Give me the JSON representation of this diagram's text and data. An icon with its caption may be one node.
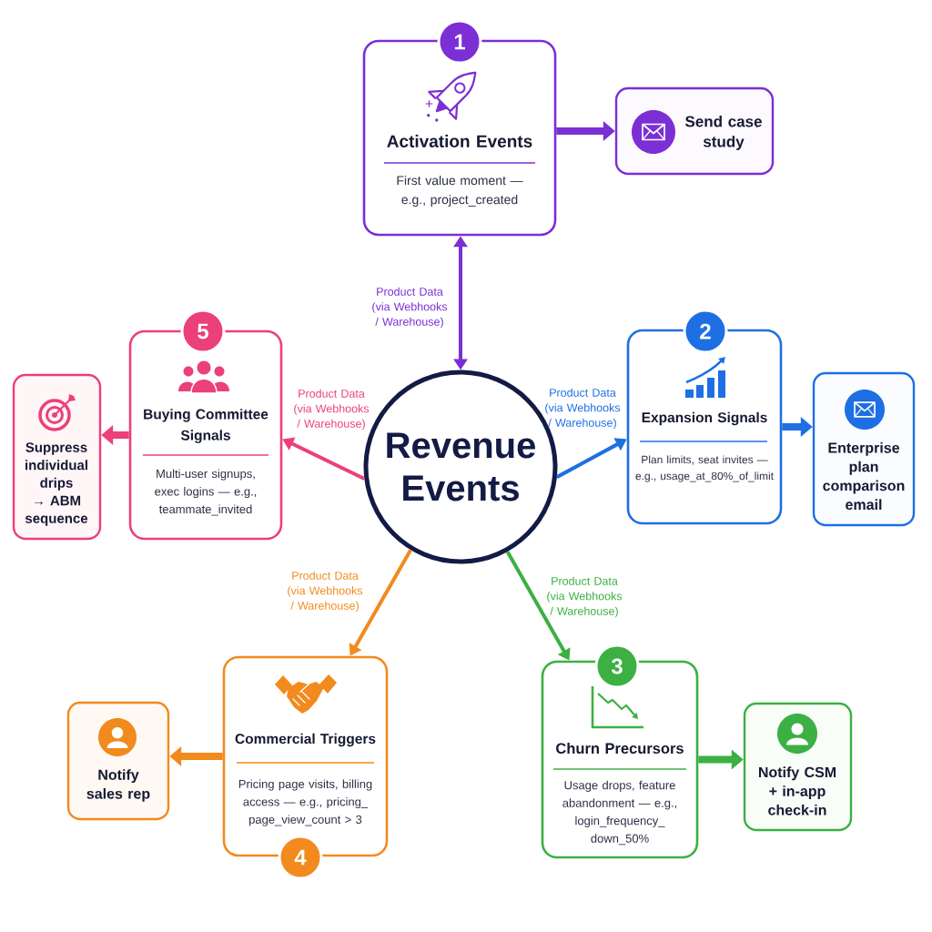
{
  "diagram": {
    "nodes": [
      {
        "text": [
          "Revenue Events"
        ]
      },
      {
        "text": [
          "1"
        ]
      },
      {
        "text": [
          "Activation Events",
          "First value moment — e.g., project_created"
        ]
      },
      {
        "text": [
          "Send case study"
        ]
      },
      {
        "text": [
          "2"
        ]
      },
      {
        "text": [
          "Expansion Signals",
          "Plan limits, seat invites — e.g., usage_at_80%_of_limit"
        ]
      },
      {
        "text": [
          "Enterprise plan comparison email"
        ]
      },
      {
        "text": [
          "3"
        ]
      },
      {
        "text": [
          "Churn Precursors",
          "Usage drops, feature abandonment — e.g., login_frequency_ down_50%"
        ]
      },
      {
        "text": [
          "Notify CSM + in-app check-in"
        ]
      },
      {
        "text": [
          "4"
        ]
      },
      {
        "text": [
          "Commercial Triggers",
          "Pricing page visits, billing access — e.g., pricing_ page_view_count > 3"
        ]
      },
      {
        "text": [
          "Notify sales rep"
        ]
      },
      {
        "text": [
          "5"
        ]
      },
      {
        "text": [
          "Buying Committee Signals",
          "Multi-user signups, exec logins — e.g., teammate_invited"
        ]
      },
      {
        "text": [
          "Suppress individual drips → ABM sequence"
        ]
      }
    ],
    "edges": [
      {
        "from": 0,
        "to": 2,
        "arrow": "both",
        "label": "Product Data (via Webhooks / Warehouse)",
        "color": "#7b2fd4"
      },
      {
        "from": 2,
        "to": 3,
        "arrow": "to",
        "style": "thick",
        "color": "#7b2fd4"
      },
      {
        "from": 0,
        "to": 5,
        "arrow": "to",
        "label": "Product Data (via Webhooks / Warehouse)",
        "color": "#1e6fe3"
      },
      {
        "from": 5,
        "to": 6,
        "arrow": "to",
        "style": "thick",
        "color": "#1e6fe3"
      },
      {
        "from": 0,
        "to": 8,
        "arrow": "to",
        "label": "Product Data (via Webhooks / Warehouse)",
        "color": "#3cb043"
      },
      {
        "from": 8,
        "to": 9,
        "arrow": "to",
        "style": "thick",
        "color": "#3cb043"
      },
      {
        "from": 0,
        "to": 11,
        "arrow": "to",
        "label": "Product Data (via Webhooks / Warehouse)",
        "color": "#f28a1e"
      },
      {
        "from": 11,
        "to": 12,
        "arrow": "to",
        "style": "thick",
        "color": "#f28a1e"
      },
      {
        "from": 0,
        "to": 14,
        "arrow": "to",
        "label": "Product Data (via Webhooks / Warehouse)",
        "color": "#ec4079"
      },
      {
        "from": 14,
        "to": 15,
        "arrow": "to",
        "style": "thick",
        "color": "#ec4079"
      }
    ]
  }
}
